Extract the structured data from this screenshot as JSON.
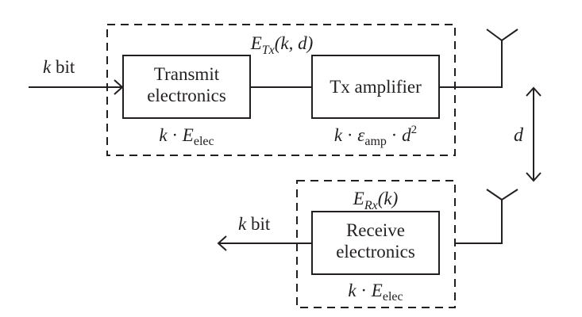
{
  "diagram": {
    "title": "First-order radio energy dissipation model",
    "transmitter": {
      "group_label_main": "E",
      "group_label_sub": "Tx",
      "group_label_args": "(k, d)",
      "input_label_k": "k",
      "input_label_bit": " bit",
      "transmit_block": {
        "line1": "Transmit",
        "line2": "electronics",
        "energy_k": "k",
        "energy_dot": " · ",
        "energy_E": "E",
        "energy_sub": "elec"
      },
      "amplifier_block": {
        "line1": "Tx amplifier",
        "energy_k": "k",
        "energy_dot": " · ",
        "energy_eps": "ε",
        "energy_sub": "amp",
        "energy_dot2": " · ",
        "energy_d": "d",
        "energy_sup": "2"
      }
    },
    "distance_label": "d",
    "receiver": {
      "group_label_main": "E",
      "group_label_sub": "Rx",
      "group_label_args": "(k)",
      "output_label_k": "k",
      "output_label_bit": " bit",
      "receive_block": {
        "line1": "Receive",
        "line2": "electronics",
        "energy_k": "k",
        "energy_dot": " · ",
        "energy_E": "E",
        "energy_sub": "elec"
      }
    }
  }
}
